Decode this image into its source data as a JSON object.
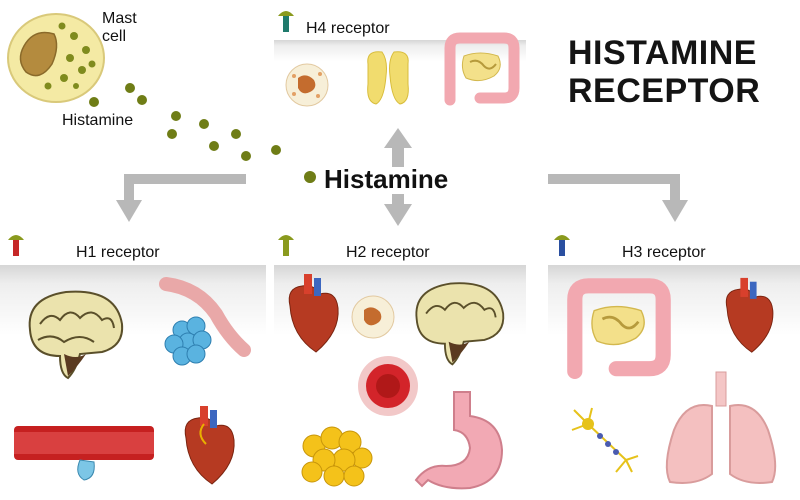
{
  "title_lines": [
    "HISTAMINE",
    "RECEPTOR"
  ],
  "mast_cell_label": "Mast\ncell",
  "histamine_small_label": "Histamine",
  "histamine_center_label": "Histamine",
  "receptors": {
    "h1": "H1 receptor",
    "h2": "H2 receptor",
    "h3": "H3 receptor",
    "h4": "H4 receptor"
  },
  "colors": {
    "h1": "#c62828",
    "h2": "#8a9a1e",
    "h3": "#2a4fa0",
    "h4": "#1f7a6c",
    "arrow": "#b7b7b7",
    "granule": "#6f7d16"
  },
  "icons": {
    "h1": [
      "brain-icon",
      "lung-bronchi-icon",
      "blood-vessel-icon",
      "heart-icon"
    ],
    "h2": [
      "heart-icon",
      "white-blood-cell-icon",
      "brain-icon",
      "red-blood-cell-icon",
      "fat-cells-icon",
      "stomach-icon"
    ],
    "h3": [
      "intestine-icon",
      "heart-icon",
      "neuron-icon",
      "lungs-icon"
    ],
    "h4": [
      "white-blood-cell-icon",
      "thymus-icon",
      "intestine-icon"
    ]
  }
}
